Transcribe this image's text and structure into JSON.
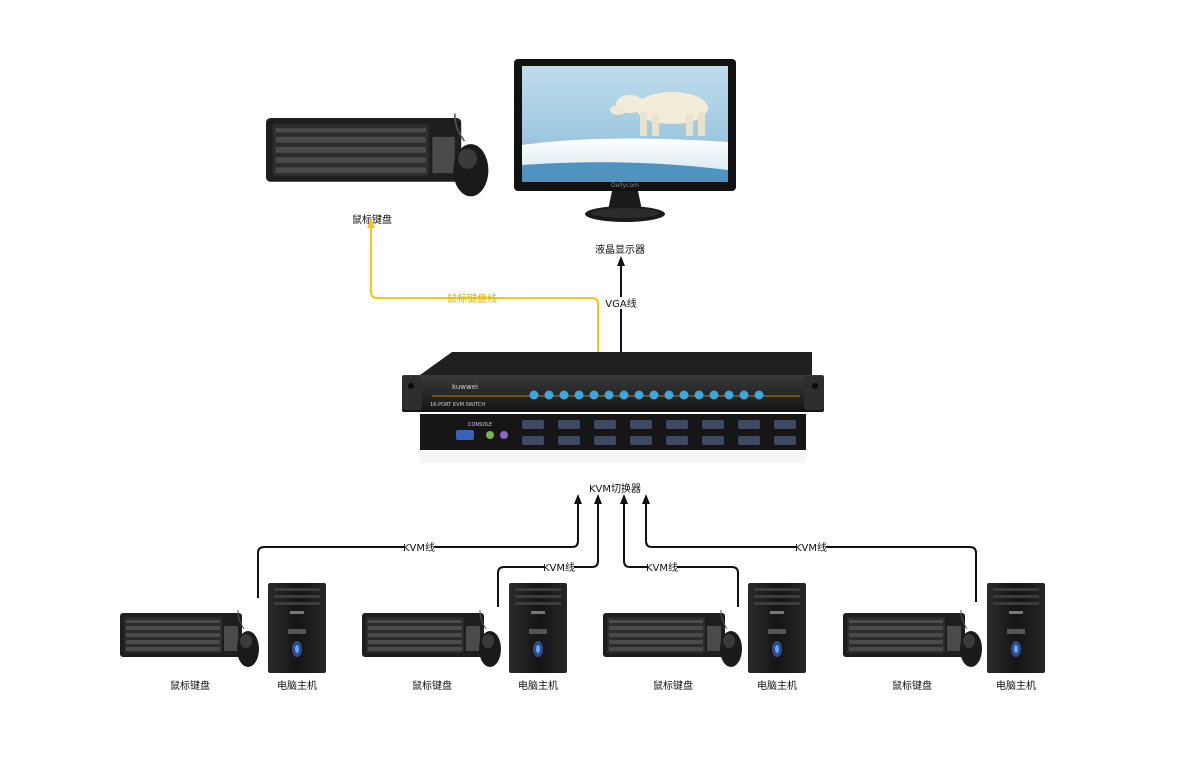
{
  "labels": {
    "top_keyboard_mouse": "鼠标键盘",
    "monitor": "液晶显示器",
    "kvm_switch": "KVM切换器",
    "pc_keyboard_mouse": "鼠标键盘",
    "pc_host": "电脑主机"
  },
  "connections": {
    "keyboard_mouse_cable": "鼠标键盘线",
    "vga_cable": "VGA线",
    "kvm_cable": "KVM线"
  },
  "devices": {
    "monitor_brand": "Dellycom",
    "switch_brand": "kuwwei",
    "switch_model": "16-PORT KVM SWITCH",
    "switch_console": "CONSOLE"
  },
  "colors": {
    "cable": "#111111",
    "km_cable": "#f5c518",
    "device": "#1c1c1c"
  }
}
